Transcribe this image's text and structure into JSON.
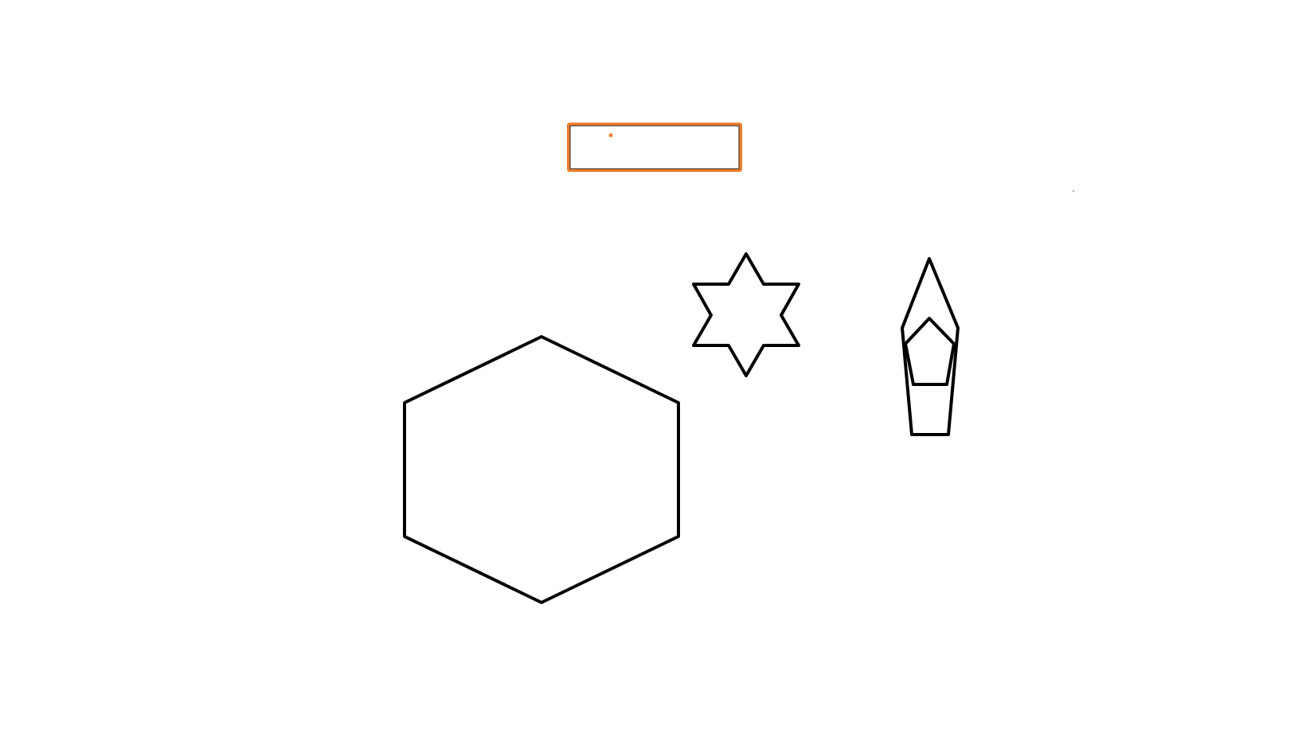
{
  "canvas": {
    "background": "#ffffff"
  },
  "colors": {
    "stroke": "#000000",
    "selection": "#f07f2e"
  },
  "shapes": [
    {
      "name": "selected-rectangle",
      "kind": "rectangle",
      "selected": true,
      "color": "#f07f2e"
    },
    {
      "name": "hexagon",
      "kind": "hexagon",
      "selected": false,
      "color": "#000000"
    },
    {
      "name": "six-pointed-star",
      "kind": "star",
      "selected": false,
      "color": "#000000"
    },
    {
      "name": "elongated-kite",
      "kind": "polygon",
      "selected": false,
      "color": "#000000"
    },
    {
      "name": "inner-pentagon",
      "kind": "pentagon",
      "selected": false,
      "color": "#000000"
    }
  ]
}
